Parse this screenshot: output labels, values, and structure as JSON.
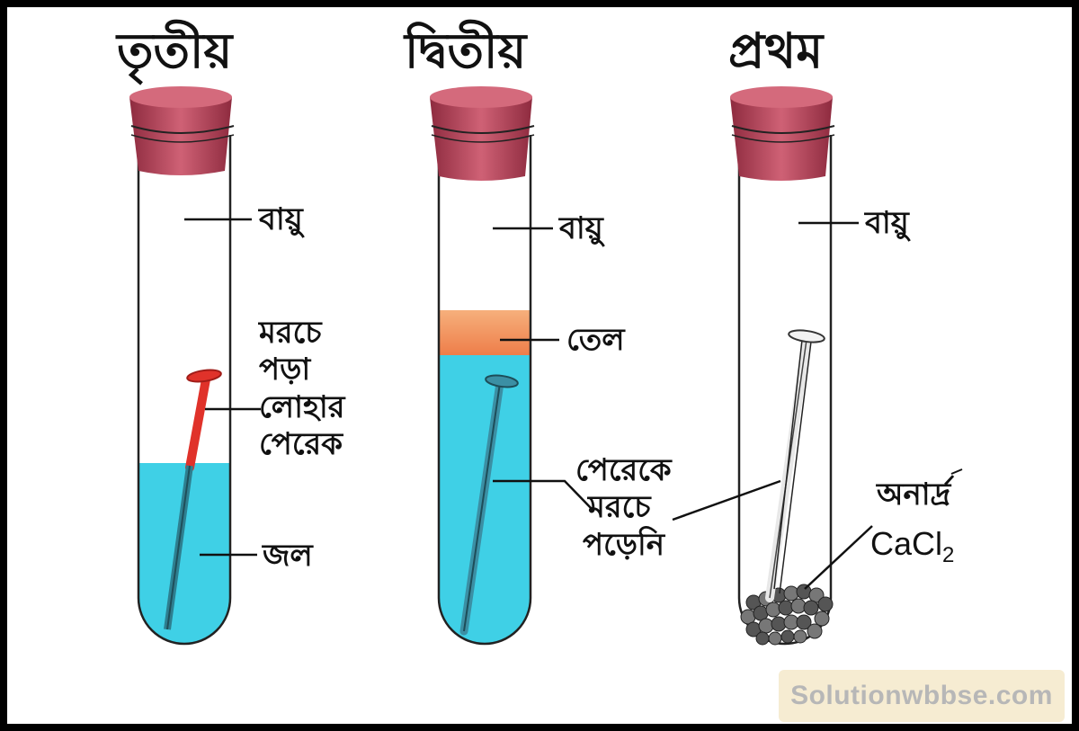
{
  "tubes": {
    "third": {
      "title": "তৃতীয়",
      "labels": {
        "air": "বায়ু",
        "nail": [
          "মরচে",
          "পড়া",
          "লোহার",
          "পেরেক"
        ],
        "water": "জল"
      }
    },
    "second": {
      "title": "দ্বিতীয়",
      "labels": {
        "air": "বায়ু",
        "oil": "তেল",
        "nail": [
          "পেরেকে",
          "মরচে",
          "পড়েনি"
        ]
      }
    },
    "first": {
      "title": "প্রথম",
      "labels": {
        "air": "বায়ু",
        "desiccant": "অনার্দ্র",
        "chem_main": "CaCl",
        "chem_sub": "2"
      }
    }
  },
  "watermark": "Solutionwbbse.com",
  "colors": {
    "cork": "#c0485c",
    "cork_dark": "#8e2b3f",
    "water": "#3fd0e6",
    "oil": "#f08a55",
    "rust": "#e0322a",
    "nail_clean": "#3b8fa4",
    "frame": "#000000"
  }
}
